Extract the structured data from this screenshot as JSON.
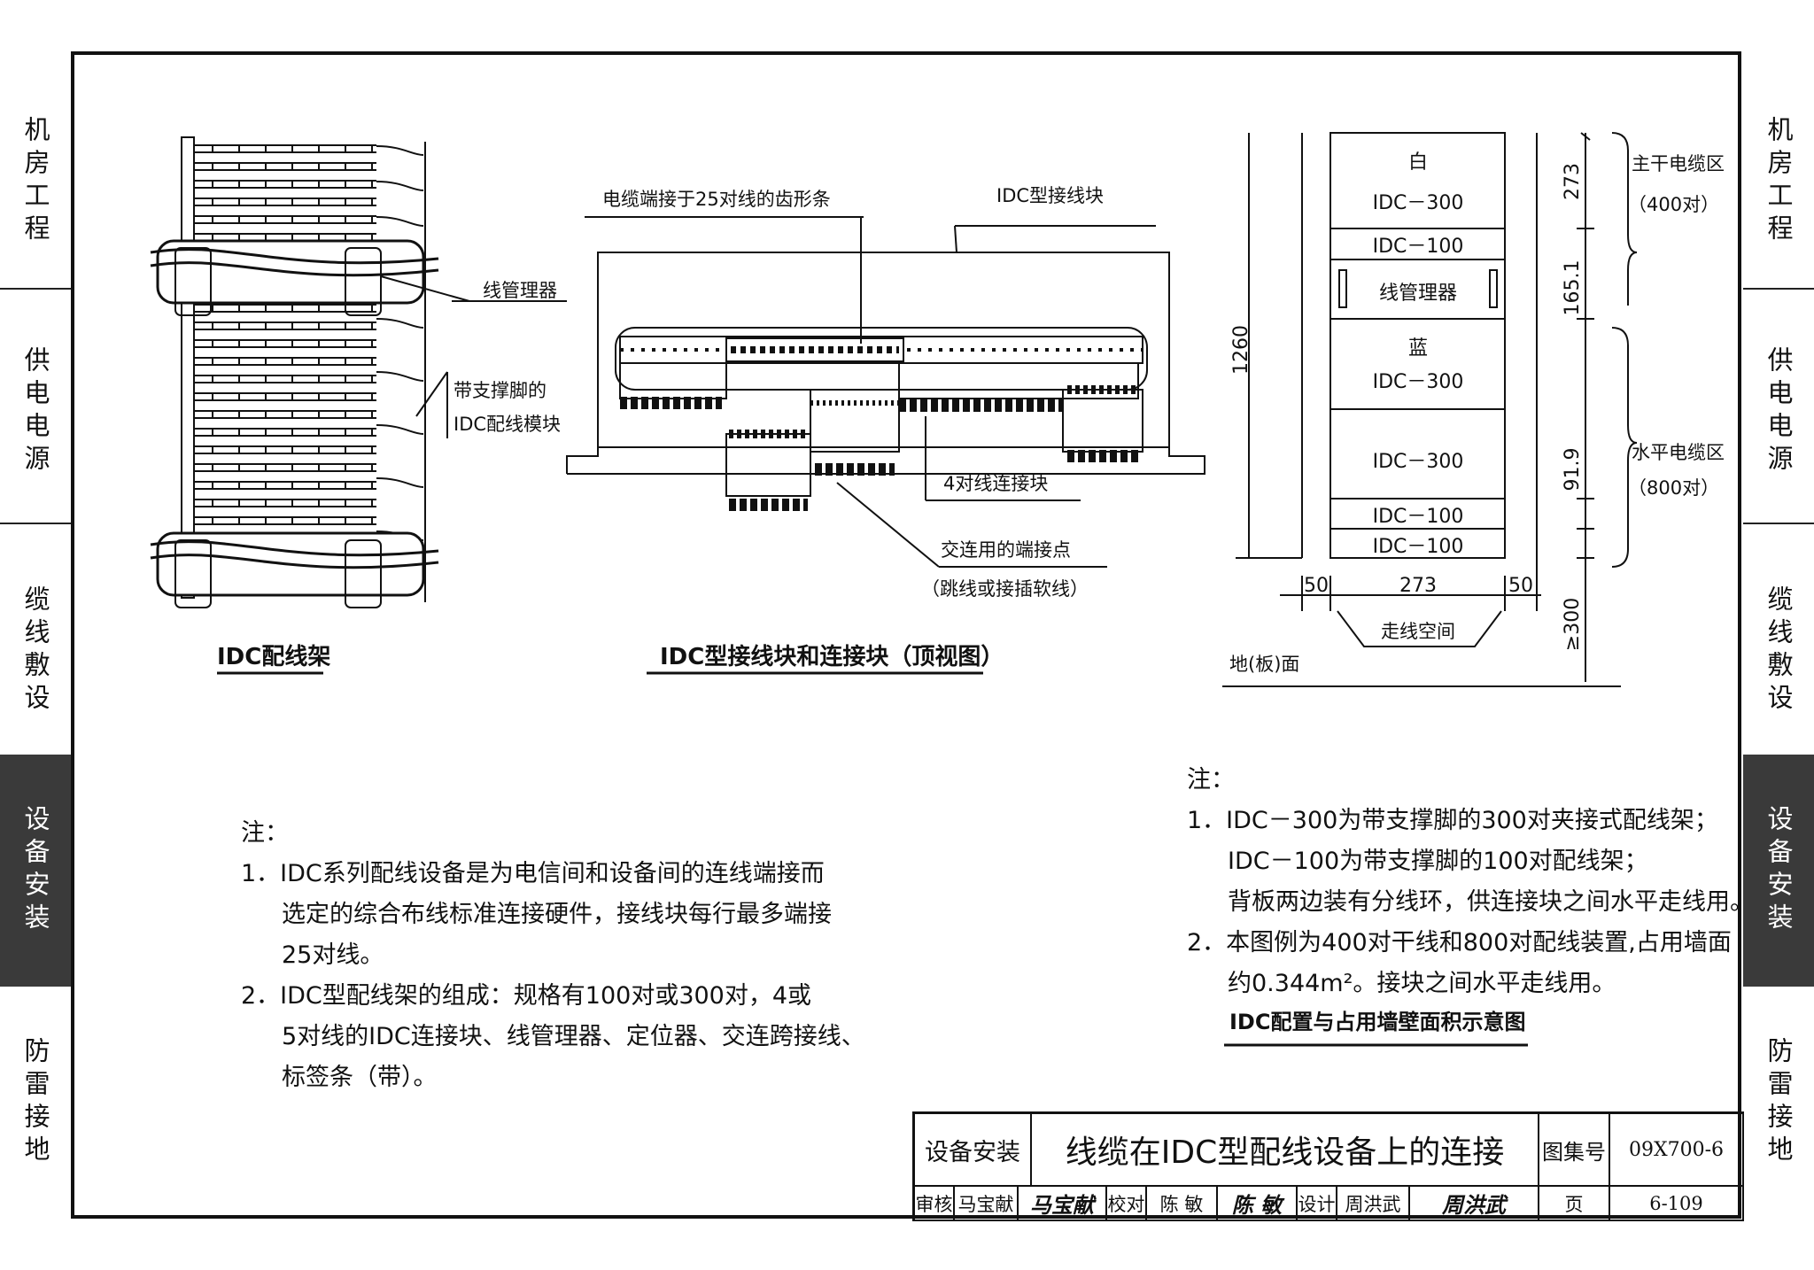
{
  "side_tabs": {
    "power_room": "机房工程",
    "power_supply": "供电电源",
    "cabling": "缆线敷设",
    "equipment": "设备安装",
    "lightning": "防雷接地"
  },
  "drawing1": {
    "label_cable_manager": "线管理器",
    "label_module_line1": "带支撑脚的",
    "label_module_line2": "IDC配线模块",
    "caption": "IDC配线架"
  },
  "drawing2": {
    "label_comb": "电缆端接于25对线的齿形条",
    "label_block": "IDC型接线块",
    "label_connector": "4对线连接块",
    "label_cross_point": "交连用的端接点",
    "label_jumper": "（跳线或接插软线）",
    "caption": "IDC型接线块和连接块（顶视图）"
  },
  "drawing3": {
    "white": "白",
    "idc300_a": "IDC－300",
    "idc100_a": "IDC－100",
    "cable_mgr": "线管理器",
    "blue": "蓝",
    "idc300_b": "IDC－300",
    "idc300_c": "IDC－300",
    "idc100_b": "IDC－100",
    "idc100_c": "IDC－100",
    "dim_height": "1260",
    "dim_273v": "273",
    "dim_165": "165.1",
    "dim_91": "91.9",
    "dim_50a": "50",
    "dim_273h": "273",
    "dim_50b": "50",
    "dim_300": "≥300",
    "trunk_zone": "主干电缆区",
    "trunk_pairs": "（400对）",
    "horiz_zone": "水平电缆区",
    "horiz_pairs": "（800对）",
    "wiring_space": "走线空间",
    "floor": "地(板)面"
  },
  "notes_left": {
    "heading": "注：",
    "n1_line1": "1．IDC系列配线设备是为电信间和设备间的连线端接而",
    "n1_line2": "选定的综合布线标准连接硬件，接线块每行最多端接",
    "n1_line3": "25对线。",
    "n2_line1": "2．IDC型配线架的组成：规格有100对或300对，4或",
    "n2_line2": "5对线的IDC连接块、线管理器、定位器、交连跨接线、",
    "n2_line3": "标签条（带）。"
  },
  "notes_right": {
    "heading": "注：",
    "n1_line1": "1．IDC－300为带支撑脚的300对夹接式配线架；",
    "n1_line2": "IDC－100为带支撑脚的100对配线架；",
    "n1_line3": "背板两边装有分线环，供连接块之间水平走线用。",
    "n2_line1": "2．本图例为400对干线和800对配线装置,占用墙面",
    "n2_line2": "约0.344m²。接块之间水平走线用。",
    "caption": "IDC配置与占用墙壁面积示意图"
  },
  "title_block": {
    "category": "设备安装",
    "title": "线缆在IDC型配线设备上的连接",
    "atlas_label": "图集号",
    "atlas_no": "09X700-6",
    "review_label": "审核",
    "reviewer": "马宝献",
    "review_sign": "马宝献",
    "check_label": "校对",
    "checker": "陈 敏",
    "check_sign": "陈 敏",
    "design_label": "设计",
    "designer": "周洪武",
    "design_sign": "周洪武",
    "page_label": "页",
    "page_no": "6-109"
  }
}
